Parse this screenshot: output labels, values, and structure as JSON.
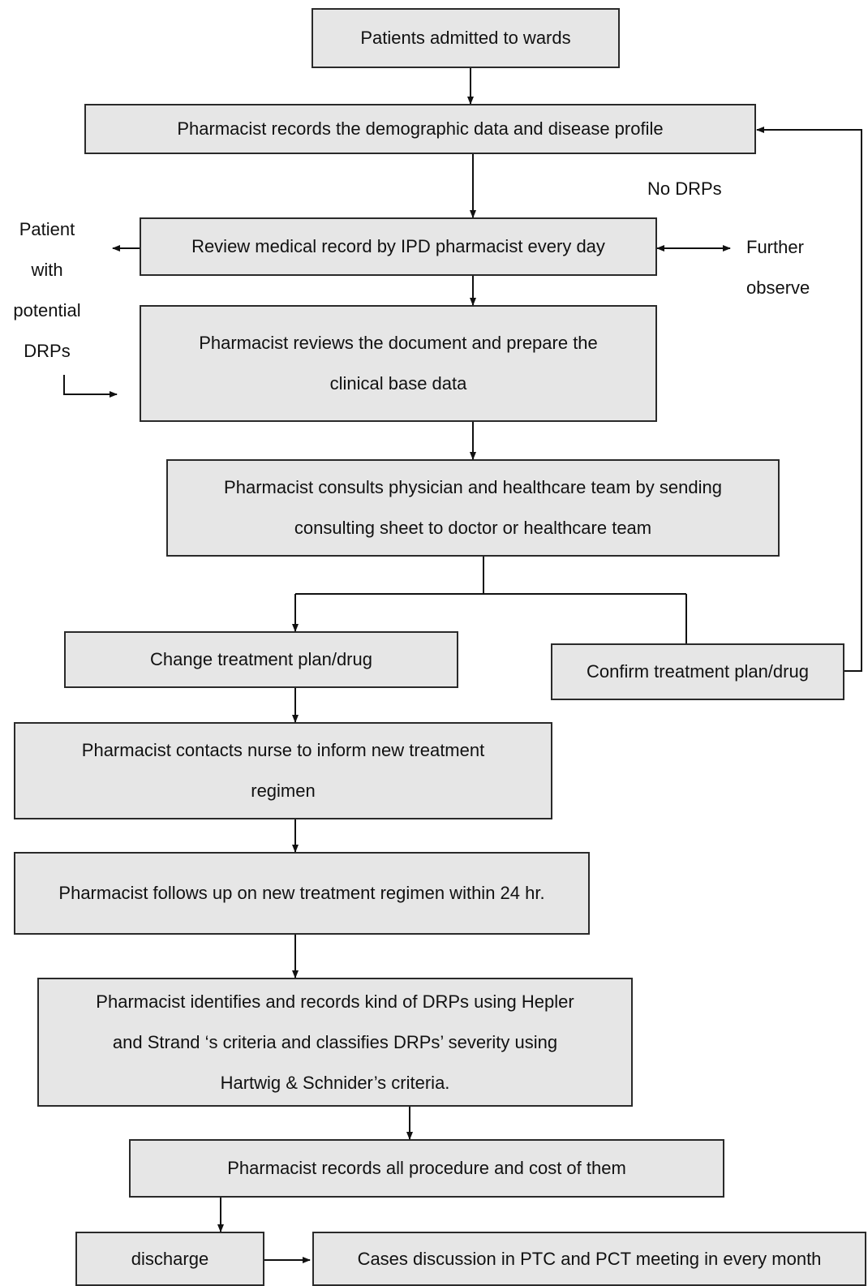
{
  "nodes": {
    "admit": "Patients admitted to wards",
    "record_demo": "Pharmacist records the demographic data and disease profile",
    "review_record": "Review medical record by IPD pharmacist every day",
    "review_doc_l1": "Pharmacist reviews the document and prepare the",
    "review_doc_l2": "clinical base data",
    "consult_l1": "Pharmacist consults physician and healthcare team by sending",
    "consult_l2": "consulting sheet to doctor or healthcare team",
    "change_plan": "Change treatment plan/drug",
    "confirm_plan": "Confirm treatment plan/drug",
    "contact_nurse_l1": "Pharmacist contacts nurse to inform new treatment",
    "contact_nurse_l2": "regimen",
    "follow_up": "Pharmacist  follows up on new treatment regimen within 24 hr.",
    "identify_l1": "Pharmacist identifies and records kind of DRPs using Hepler",
    "identify_l2": "and Strand ‘s criteria  and classifies DRPs’ severity using",
    "identify_l3": "Hartwig & Schnider’s criteria.",
    "record_cost": "Pharmacist records all procedure and cost of them",
    "discharge": "discharge",
    "cases_discussion": "Cases discussion in PTC and PCT meeting in every month"
  },
  "labels": {
    "no_drps": "No DRPs",
    "patient_l1": "Patient",
    "patient_l2": "with",
    "patient_l3": "potential",
    "patient_l4": "DRPs",
    "further_l1": "Further",
    "further_l2": "observe"
  }
}
